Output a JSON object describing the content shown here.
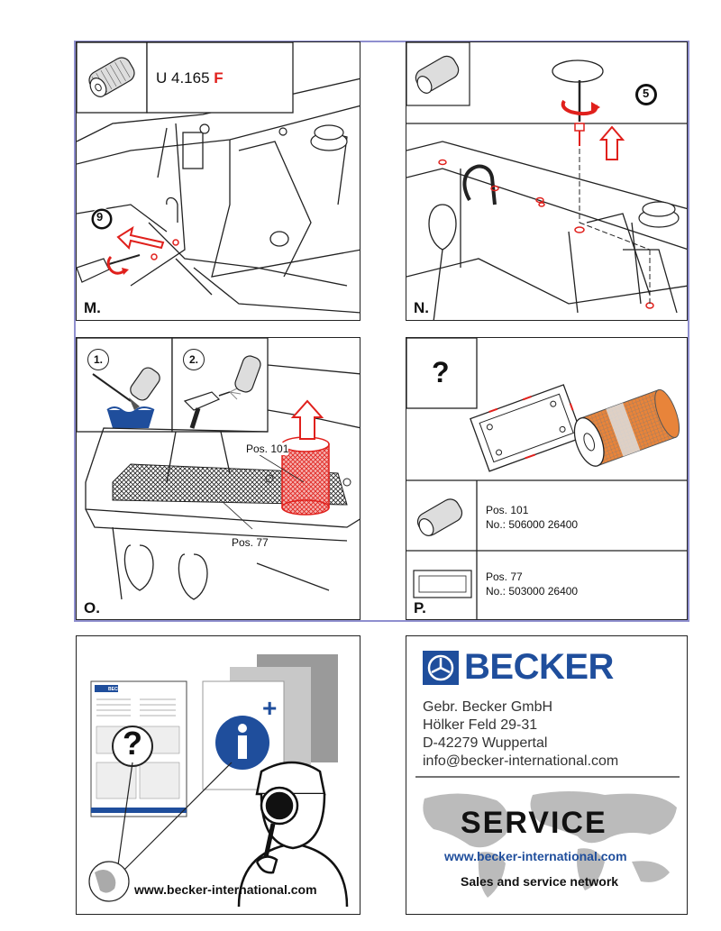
{
  "top_left": {
    "model_prefix": "U 4.165 ",
    "model_suffix": "F",
    "step": "M.",
    "tool_number": "9"
  },
  "top_right": {
    "step": "N.",
    "tool_number": "5"
  },
  "mid_left": {
    "step": "O.",
    "sub1": "1.",
    "sub2": "2.",
    "pos_101": "Pos. 101",
    "pos_77": "Pos. 77"
  },
  "mid_right": {
    "question": "?",
    "step": "P.",
    "part1_pos": "Pos. 101",
    "part1_no": "No.: 506000 26400",
    "part2_pos": "Pos. 77",
    "part2_no": "No.: 503000 26400"
  },
  "bottom_left": {
    "question": "?",
    "info_plus": "+",
    "url": "www.becker-international.com",
    "booklet_brand": "BECKER"
  },
  "bottom_right": {
    "brand": "BECKER",
    "company": "Gebr. Becker GmbH",
    "street": "Hölker Feld 29-31",
    "city": "D-42279 Wuppertal",
    "email": "info@becker-international.com",
    "service": "SERVICE",
    "service_url": "www.becker-international.com",
    "service_sub": "Sales and service network"
  },
  "colors": {
    "accent_red": "#e0201c",
    "brand_blue": "#1f4e9c",
    "frame_purple": "#8f8fcf",
    "filter_orange": "#e8843a"
  }
}
